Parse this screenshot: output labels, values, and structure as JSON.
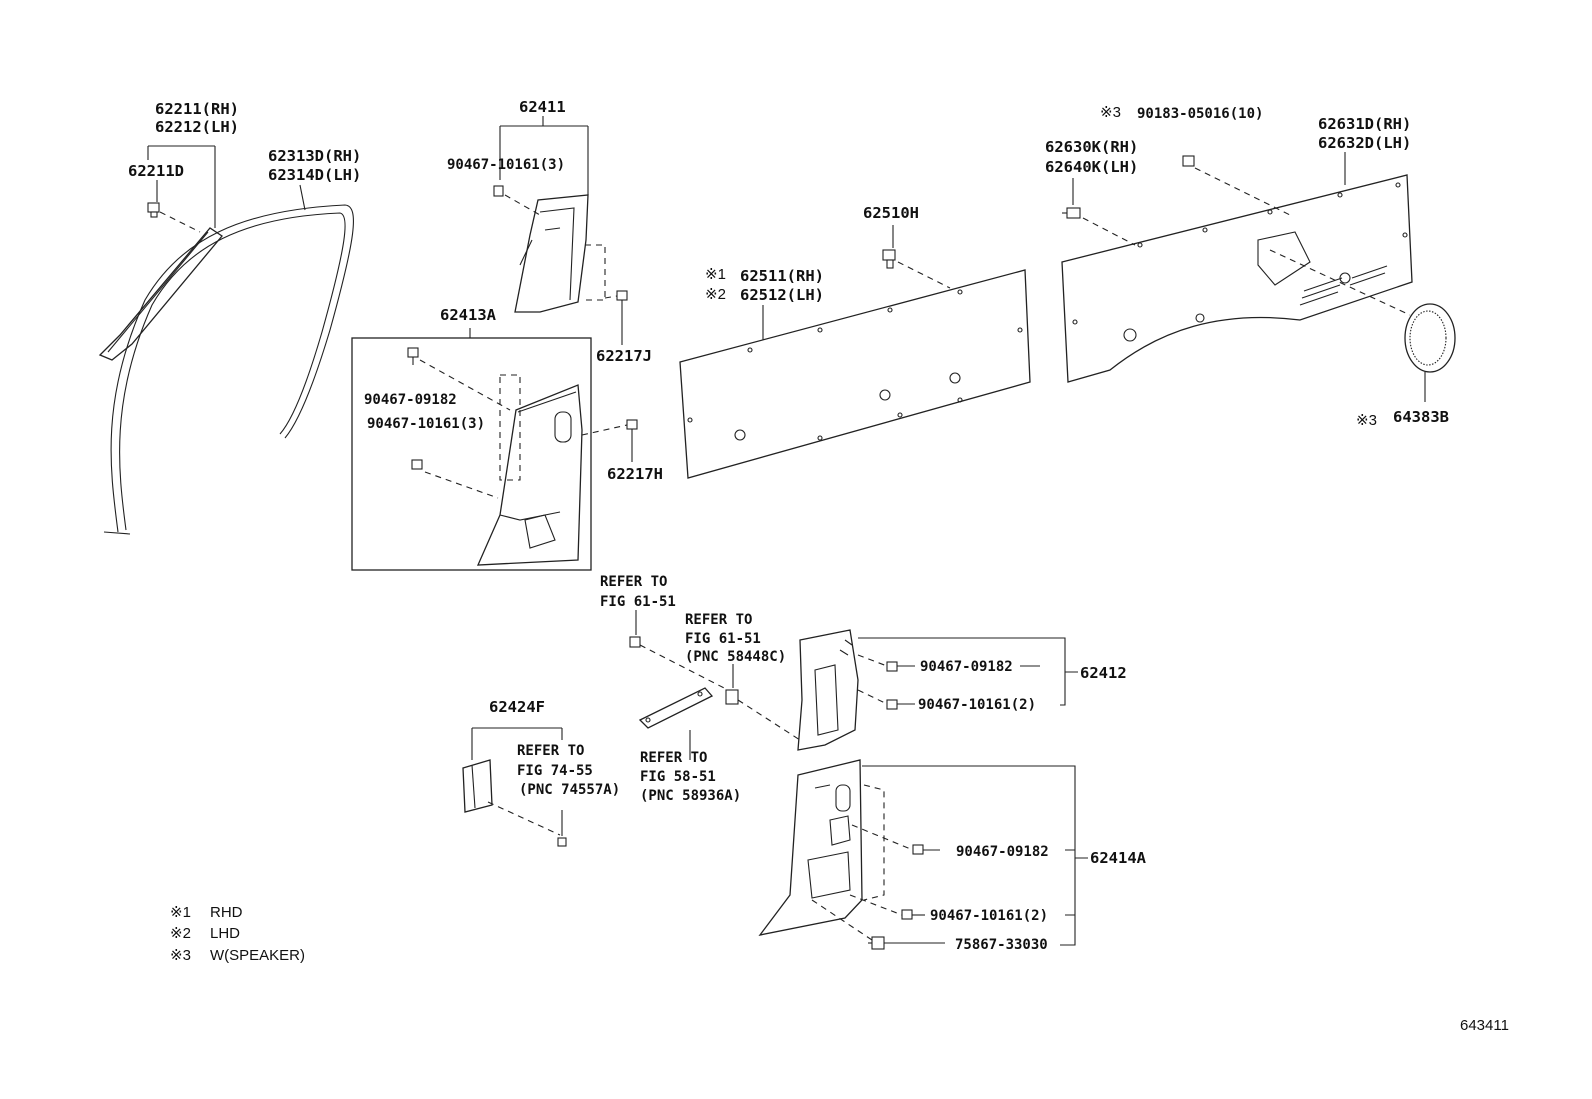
{
  "labels": {
    "p62211": "62211(RH)",
    "p62212": "62212(LH)",
    "p62211D": "62211D",
    "p62313D": "62313D(RH)",
    "p62314D": "62314D(LH)",
    "p62411": "62411",
    "p90467_10161_3_top": "90467-10161(3)",
    "p62413A": "62413A",
    "p90467_09182_left": "90467-09182",
    "p90467_10161_3_left": "90467-10161(3)",
    "p62217J": "62217J",
    "p62217H": "62217H",
    "p62510H": "62510H",
    "p62511_mark": "※1",
    "p62511": "62511(RH)",
    "p62512_mark": "※2",
    "p62512": "62512(LH)",
    "p90183_mark": "※3",
    "p90183": "90183-05016(10)",
    "p62630K": "62630K(RH)",
    "p62640K": "62640K(LH)",
    "p62631D": "62631D(RH)",
    "p62632D": "62632D(LH)",
    "p64383B_mark": "※3",
    "p64383B": "64383B",
    "refer1_l1": "REFER TO",
    "refer1_l2": "FIG 61-51",
    "refer2_l1": "REFER TO",
    "refer2_l2": "FIG 61-51",
    "refer2_l3": "(PNC 58448C)",
    "p90467_09182_r1": "90467-09182",
    "p62412": "62412",
    "p90467_10161_2_r1": "90467-10161(2)",
    "p62424F": "62424F",
    "refer3_l1": "REFER TO",
    "refer3_l2": "FIG 74-55",
    "refer3_l3": "(PNC 74557A)",
    "refer4_l1": "REFER TO",
    "refer4_l2": "FIG 58-51",
    "refer4_l3": "(PNC 58936A)",
    "p90467_09182_r2": "90467-09182",
    "p62414A": "62414A",
    "p90467_10161_2_r2": "90467-10161(2)",
    "p75867": "75867-33030"
  },
  "legend": [
    {
      "mark": "※1",
      "text": "RHD"
    },
    {
      "mark": "※2",
      "text": "LHD"
    },
    {
      "mark": "※3",
      "text": "W(SPEAKER)"
    }
  ],
  "figure_id": "643411"
}
